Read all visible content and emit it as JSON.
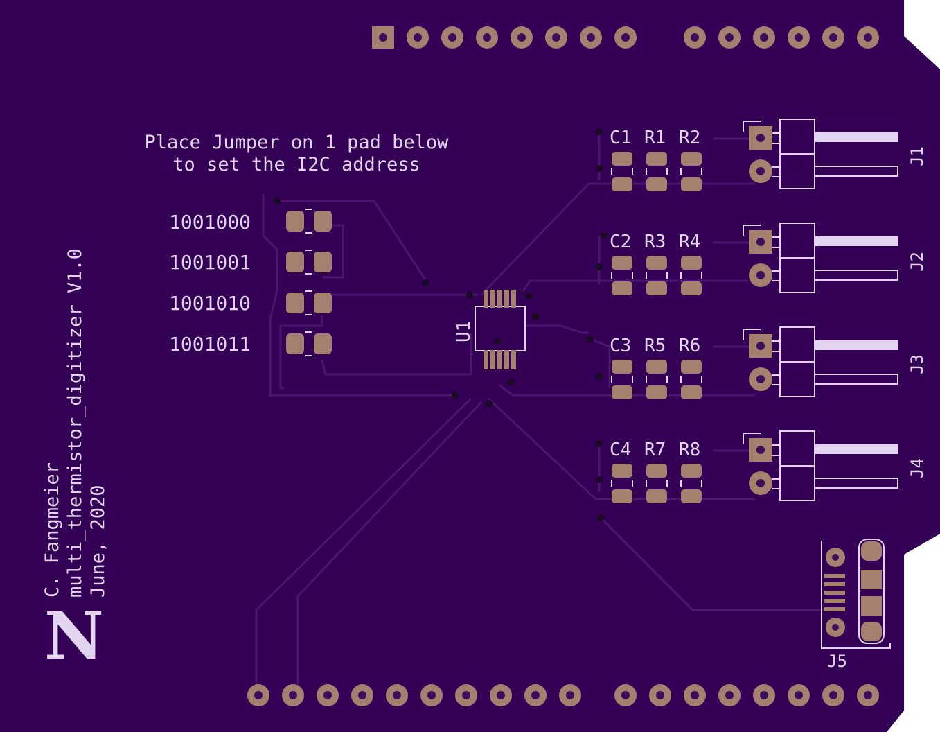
{
  "colors": {
    "board": "#330055",
    "trace": "#4a1470",
    "silkscreen": "#e3d4f0",
    "pad": "#a6806e",
    "hole": "#3b0d5a"
  },
  "instruction": {
    "line1": "Place Jumper on 1 pad below",
    "line2": "to set the I2C address"
  },
  "addresses": [
    "1001000",
    "1001001",
    "1001010",
    "1001011"
  ],
  "ic_label": "U1",
  "channels": [
    {
      "c": "C1",
      "r_a": "R1",
      "r_b": "R2",
      "connector": "J1"
    },
    {
      "c": "C2",
      "r_a": "R3",
      "r_b": "R4",
      "connector": "J2"
    },
    {
      "c": "C3",
      "r_a": "R5",
      "r_b": "R6",
      "connector": "J3"
    },
    {
      "c": "C4",
      "r_a": "R7",
      "r_b": "R8",
      "connector": "J4"
    }
  ],
  "j5_label": "J5",
  "credits": {
    "author": "C. Fangmeier",
    "project": "multi_thermistor_digitizer V1.0",
    "date": "June, 2020"
  },
  "logo": "N"
}
